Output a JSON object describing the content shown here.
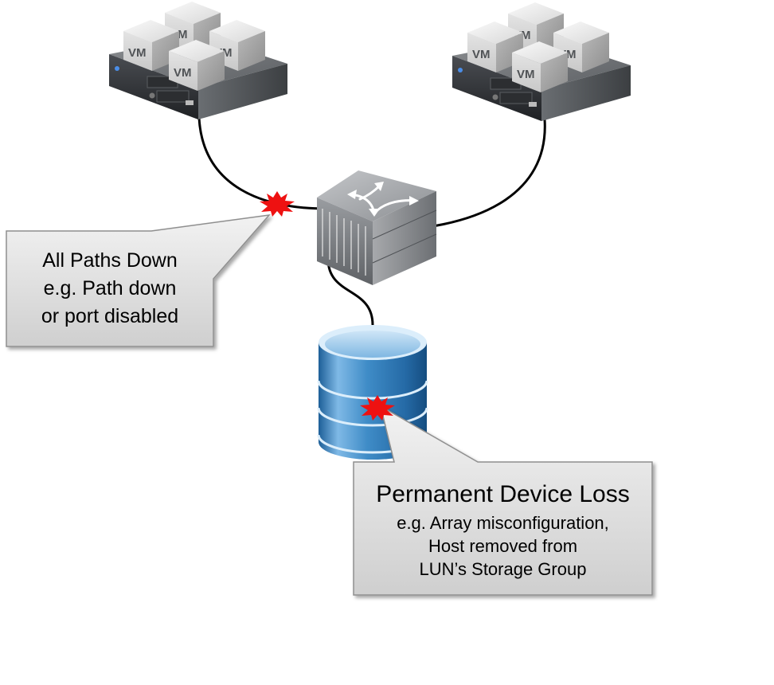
{
  "hosts": [
    {
      "vms": [
        "VM",
        "VM",
        "VM",
        "VM"
      ]
    },
    {
      "vms": [
        "VM",
        "VM",
        "VM",
        "VM"
      ]
    }
  ],
  "callouts": {
    "apd": {
      "lines": [
        "All Paths Down",
        "e.g. Path down",
        "or port disabled"
      ]
    },
    "pdl": {
      "title": "Permanent Device Loss",
      "lines": [
        "e.g. Array misconfiguration,",
        "Host removed from",
        "LUN’s Storage Group"
      ]
    }
  },
  "colors": {
    "failure_burst": "#ee1111",
    "storage_blue": "#3a86c0",
    "callout_fill": "#dcdcdc"
  },
  "icons": [
    "server-host-icon",
    "vm-cube-icon",
    "network-switch-icon",
    "storage-database-icon",
    "failure-burst-icon"
  ]
}
